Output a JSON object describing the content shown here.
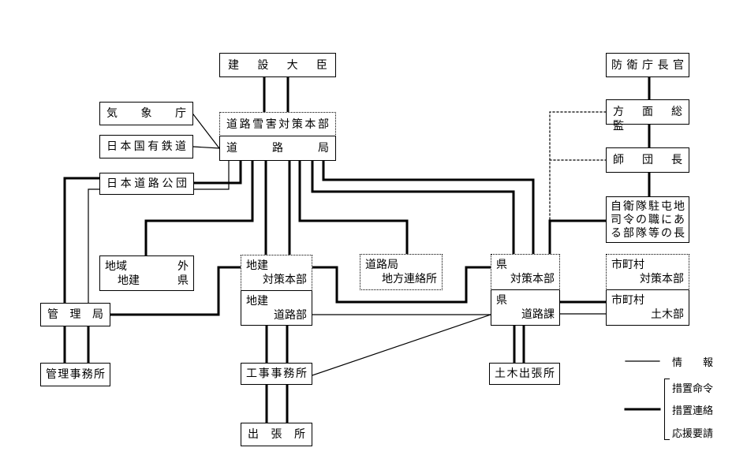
{
  "nodes": {
    "kensetsu_daijin": "建　設　大　臣",
    "kishocho": "気　　象　　庁",
    "kokutetsu": "日本国有鉄道",
    "doro_kodan": "日本道路公団",
    "setsugai_honbu": "道路雪害対策本部",
    "doro_kyoku": "道　　　路　　　局",
    "kanrikyoku": "管　理　局",
    "kanri_jimusho": "管理事務所",
    "chiiki_gai_l1a": "地域",
    "chiiki_gai_l1b": "外",
    "chiiki_gai_l2a": "地建",
    "chiiki_gai_l2b": "県",
    "chiken_honbu_l1": "地建",
    "chiken_honbu_l2": "対策本部",
    "chiken_dorobu_l1": "地建",
    "chiken_dorobu_l2": "道路部",
    "koji_jimusho": "工事事務所",
    "shucchojo": "出　張　所",
    "chiho_renraku_l1": "道路局",
    "chiho_renraku_l2": "地方連絡所",
    "ken_honbu_l1": "県",
    "ken_honbu_l2": "対策本部",
    "ken_doroka_l1": "県",
    "ken_doroka_l2": "道路課",
    "doboku_shucchojo": "土木出張所",
    "boeicho": "防衛庁長官",
    "homen_sokan": "方　面　総　監",
    "shidancho": "師　団　長",
    "jieitai_l1": "自衛隊駐屯地",
    "jieitai_l2": "司令の職にあ",
    "jieitai_l3": "る部隊等の長",
    "shichoson_honbu_l1": "市町村",
    "shichoson_honbu_l2": "対策本部",
    "shichoson_doboku_l1": "市町村",
    "shichoson_doboku_l2": "土木部"
  },
  "legend": {
    "info": "情　　報",
    "sochi_meirei": "措置命令",
    "sochi_renraku": "措置連絡",
    "oen_yosei": "応援要請"
  }
}
